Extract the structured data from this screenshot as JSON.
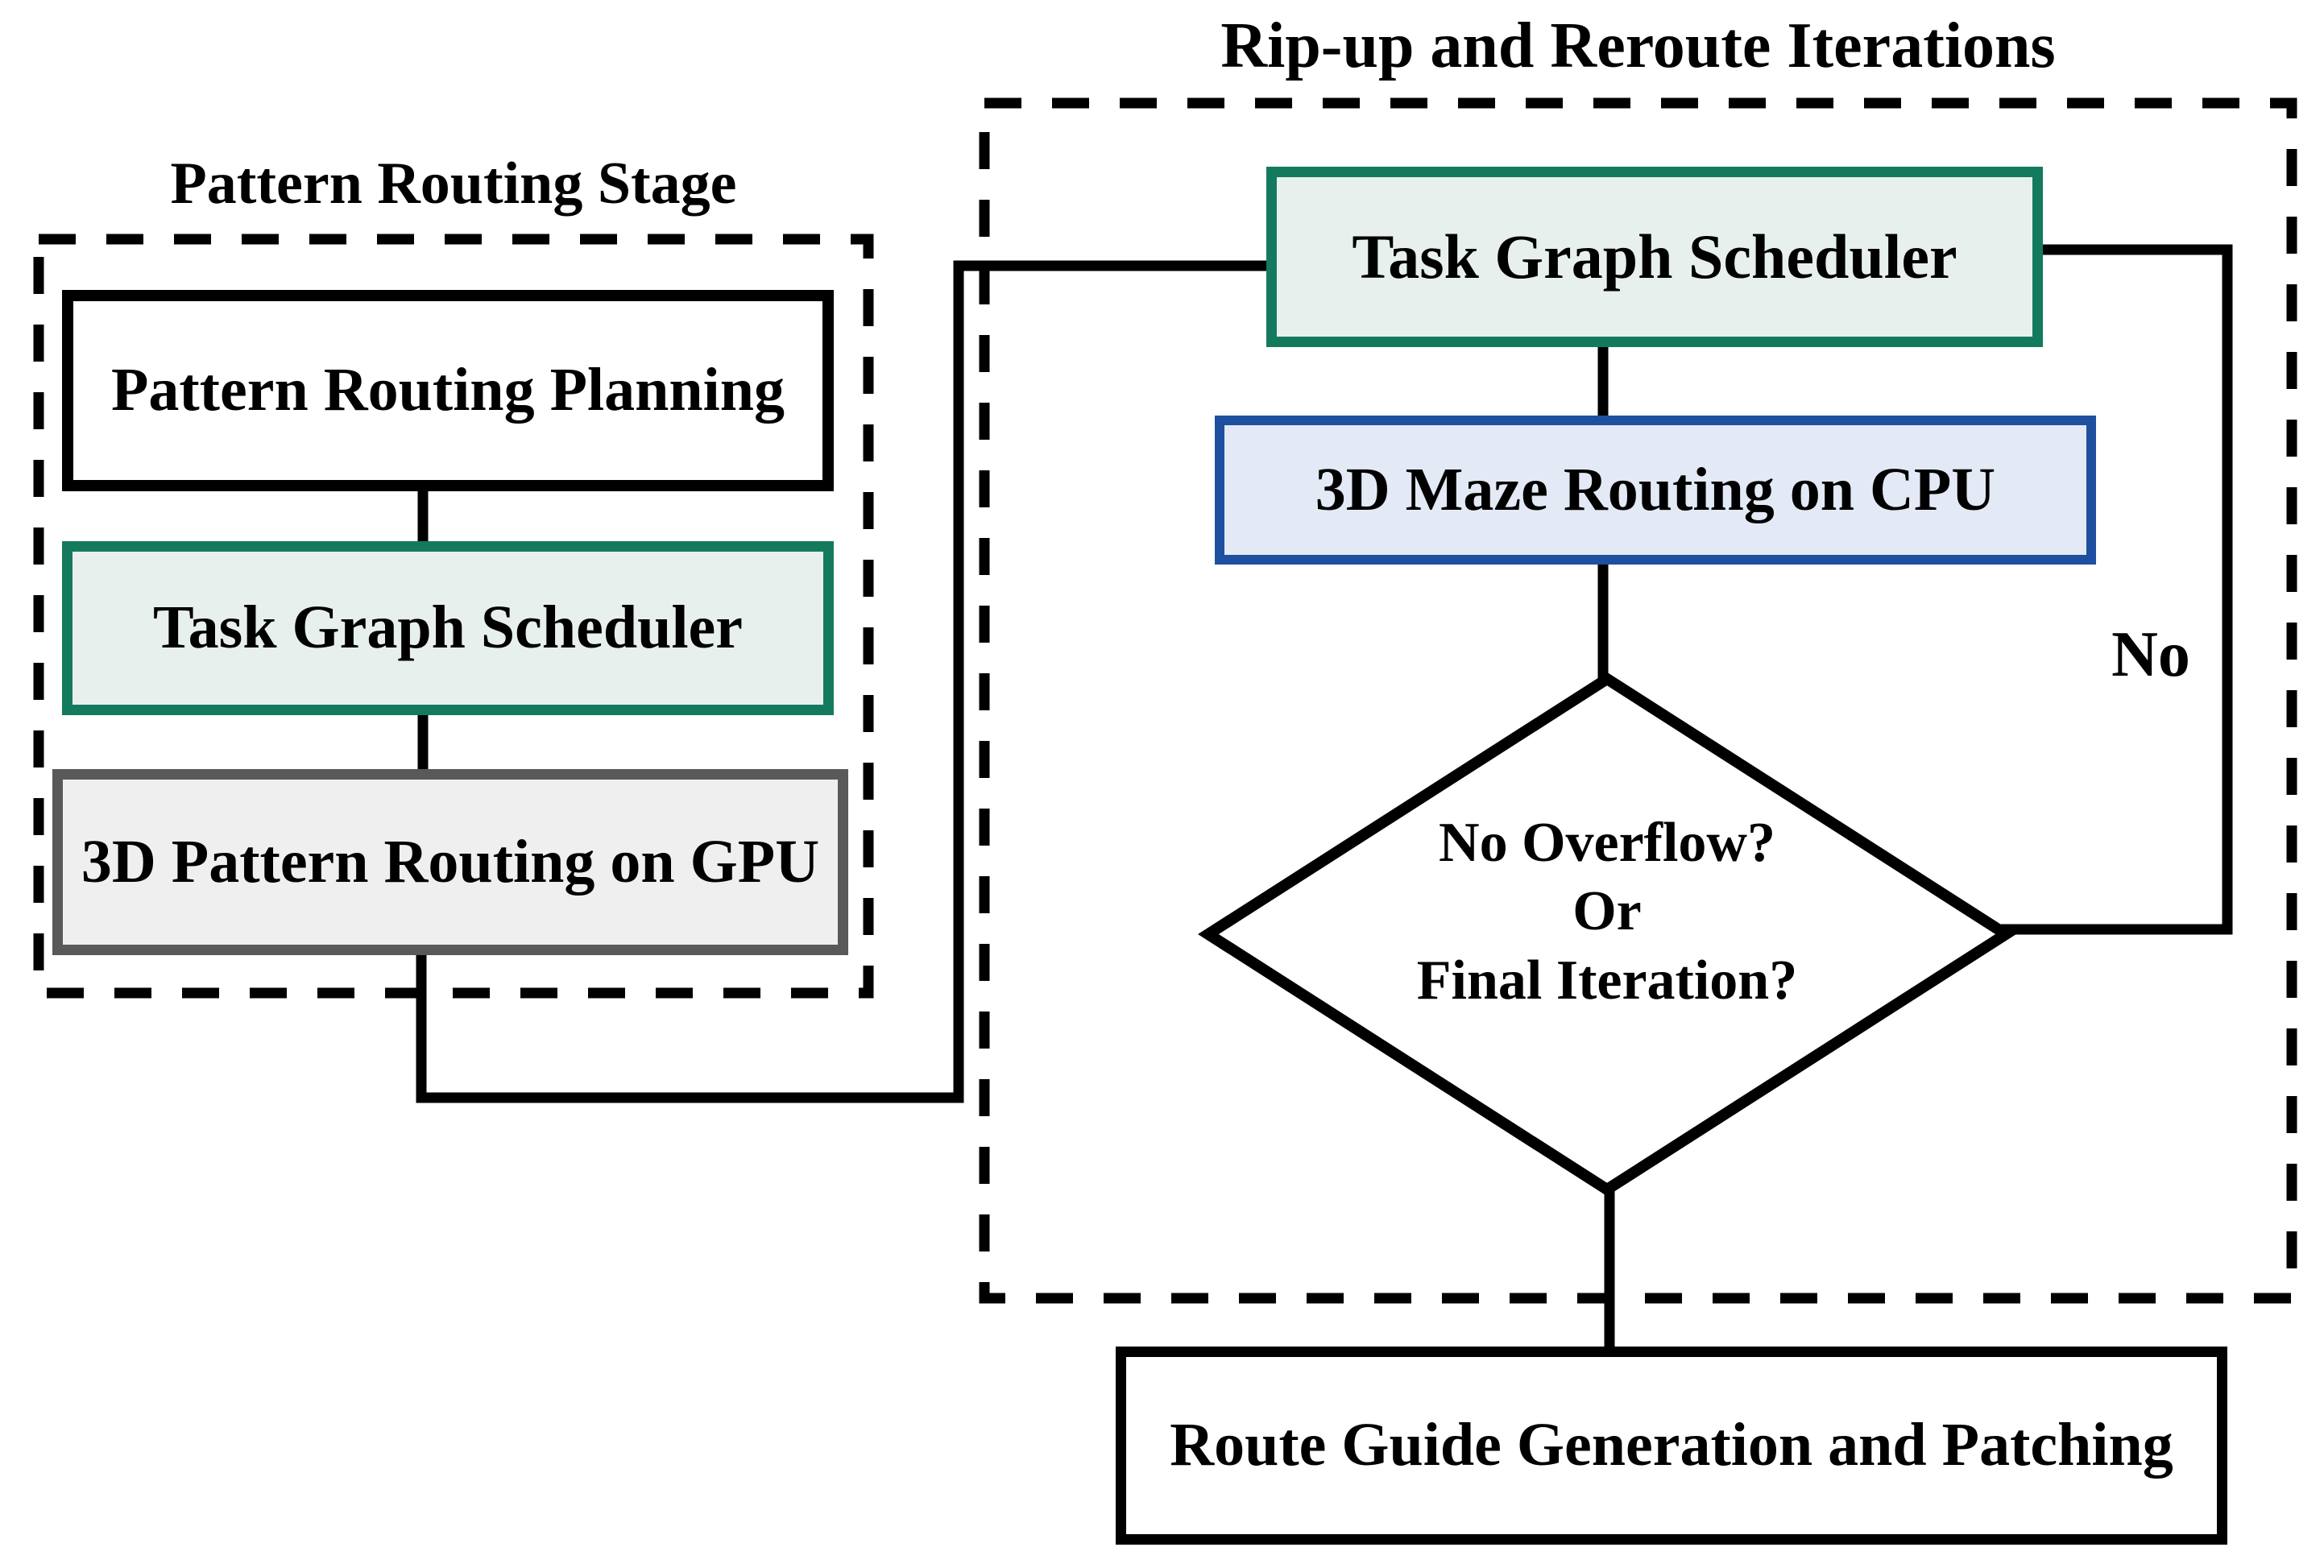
{
  "flow": {
    "left_stage": {
      "title": "Pattern Routing Stage",
      "planning_label": "Pattern Routing Planning",
      "scheduler_label": "Task Graph Scheduler",
      "gpu_label": "3D Pattern Routing on GPU"
    },
    "right_stage": {
      "title": "Rip-up and Reroute Iterations",
      "scheduler_label": "Task Graph Scheduler",
      "maze_label": "3D Maze Routing on CPU",
      "decision_lines": {
        "line1": "No Overflow?",
        "line2": "Or",
        "line3": "Final Iteration?"
      },
      "loop_label": "No"
    },
    "final_label": "Route Guide Generation and Patching"
  },
  "colors": {
    "scheduler_border": "#147a5e",
    "scheduler_fill": "#e8f0ed",
    "maze_border": "#1f50a0",
    "maze_fill": "#e3e9f5",
    "gpu_border": "#595959",
    "gpu_fill": "#efefef",
    "outline": "#000000",
    "background": "#ffffff"
  }
}
